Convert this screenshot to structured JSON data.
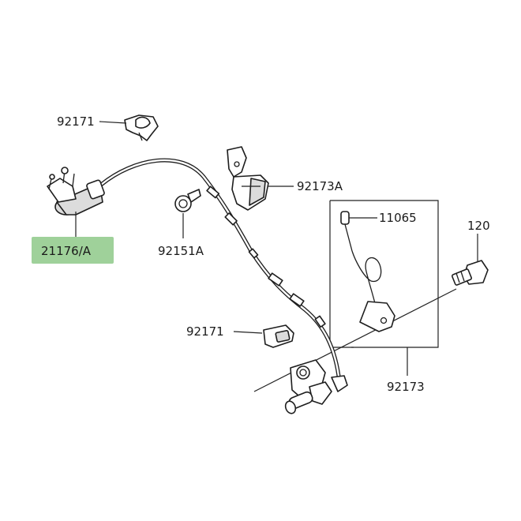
{
  "highlight_color": "#9fd19a",
  "callouts": {
    "clamp_top": "92171",
    "sensor_lead": "21176/A",
    "bolt": "92151A",
    "bracket_clamp": "92173A",
    "grommet_clip": "11065",
    "bolt_120": "120",
    "clamp_small": "92171",
    "bracket": "92173"
  },
  "icons": [
    "wheel-speed-sensor-icon",
    "cable-clamp-icon",
    "bolt-icon",
    "bracket-icon",
    "connector-icon"
  ]
}
